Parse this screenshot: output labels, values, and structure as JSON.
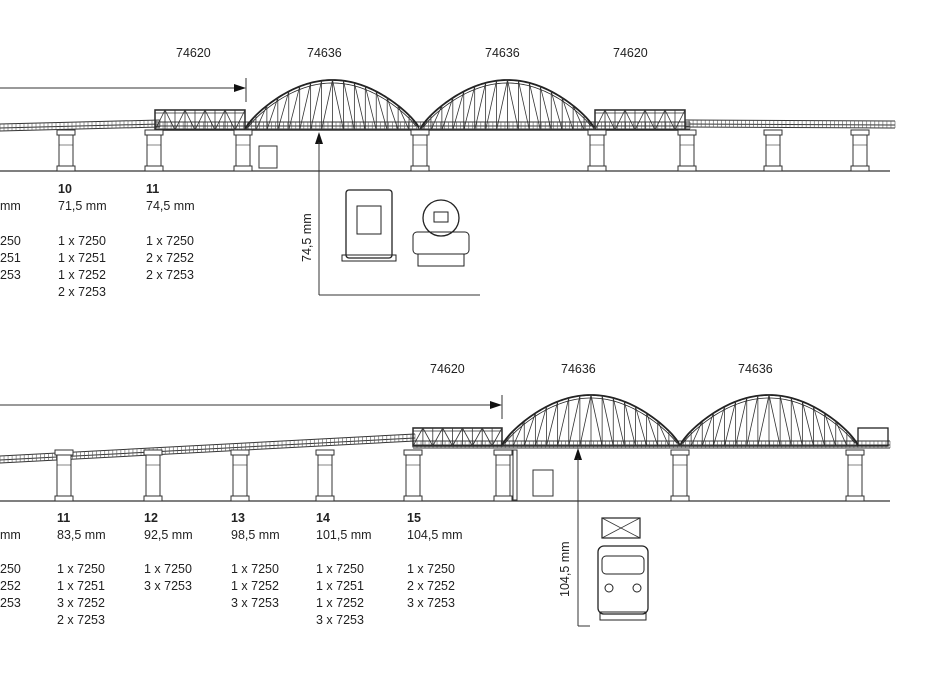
{
  "diagram1": {
    "codes": [
      "74620",
      "74636",
      "74636",
      "74620"
    ],
    "height_label": "74,5 mm",
    "columns": [
      {
        "num": "",
        "height": "mm",
        "parts": [
          "250",
          "251",
          "253"
        ]
      },
      {
        "num": "10",
        "height": "71,5 mm",
        "parts": [
          "1 x 7250",
          "1 x 7251",
          "1 x 7252",
          "2 x 7253"
        ]
      },
      {
        "num": "11",
        "height": "74,5 mm",
        "parts": [
          "1 x 7250",
          "2 x 7252",
          "2 x 7253"
        ]
      }
    ]
  },
  "diagram2": {
    "codes": [
      "74620",
      "74636",
      "74636"
    ],
    "height_label": "104,5 mm",
    "columns": [
      {
        "num": "",
        "height": "mm",
        "parts": [
          "250",
          "252",
          "253"
        ]
      },
      {
        "num": "11",
        "height": "83,5 mm",
        "parts": [
          "1 x 7250",
          "1 x 7251",
          "3 x 7252",
          "2 x 7253"
        ]
      },
      {
        "num": "12",
        "height": "92,5 mm",
        "parts": [
          "1 x 7250",
          "3 x 7253"
        ]
      },
      {
        "num": "13",
        "height": "98,5 mm",
        "parts": [
          "1 x 7250",
          "1 x 7252",
          "3 x 7253"
        ]
      },
      {
        "num": "14",
        "height": "101,5 mm",
        "parts": [
          "1 x 7250",
          "1 x 7251",
          "1 x 7252",
          "3 x 7253"
        ]
      },
      {
        "num": "15",
        "height": "104,5 mm",
        "parts": [
          "1 x 7250",
          "2 x 7252",
          "3 x 7253"
        ]
      }
    ]
  }
}
